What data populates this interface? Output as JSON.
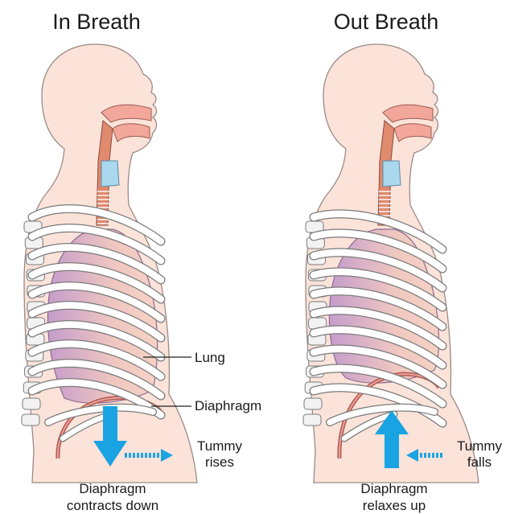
{
  "panels": [
    {
      "title": "In Breath",
      "tummy_label_1": "Tummy",
      "tummy_label_2": "rises",
      "caption_1": "Diaphragm",
      "caption_2": "contracts down"
    },
    {
      "title": "Out Breath",
      "tummy_label_1": "Tummy",
      "tummy_label_2": "falls",
      "caption_1": "Diaphragm",
      "caption_2": "relaxes up"
    }
  ],
  "callouts": {
    "lung": "Lung",
    "diaphragm": "Diaphragm"
  },
  "colors": {
    "skin": "#fbe3d9",
    "skin_outline": "#9a8a86",
    "lung_purple": "#c79ccc",
    "lung_pink": "#f4c3b0",
    "rib": "#ffffff",
    "rib_outline": "#7a7a7a",
    "trachea": "#e08a6e",
    "larynx": "#a9d8ef",
    "mouth": "#f2a79a",
    "diaphragm_muscle": "#b5574e",
    "arrow_blue": "#1aa3e3"
  }
}
